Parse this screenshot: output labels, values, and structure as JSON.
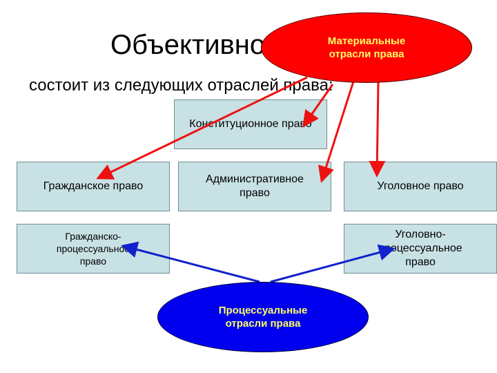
{
  "title": "Объективное право",
  "subtitle": "состоит из следующих отраслей права:",
  "branches": {
    "constitutional": "Конституционное право",
    "civil": "Гражданское право",
    "administrative": "Административное право",
    "criminal": "Уголовное право",
    "civil_procedure": "Гражданско-процессуальное право",
    "criminal_procedure": "Уголовно-процессуальное право"
  },
  "groups": {
    "material": "Материальные отрасли права",
    "procedural": "Процессуальные отрасли права"
  },
  "colors": {
    "box_fill": "#c8e1e4",
    "material_fill": "#ff0000",
    "material_text": "#ffff66",
    "material_arrow": "#ee1111",
    "procedural_fill": "#0000ee",
    "procedural_text": "#ffff66",
    "procedural_arrow": "#1122cc"
  }
}
